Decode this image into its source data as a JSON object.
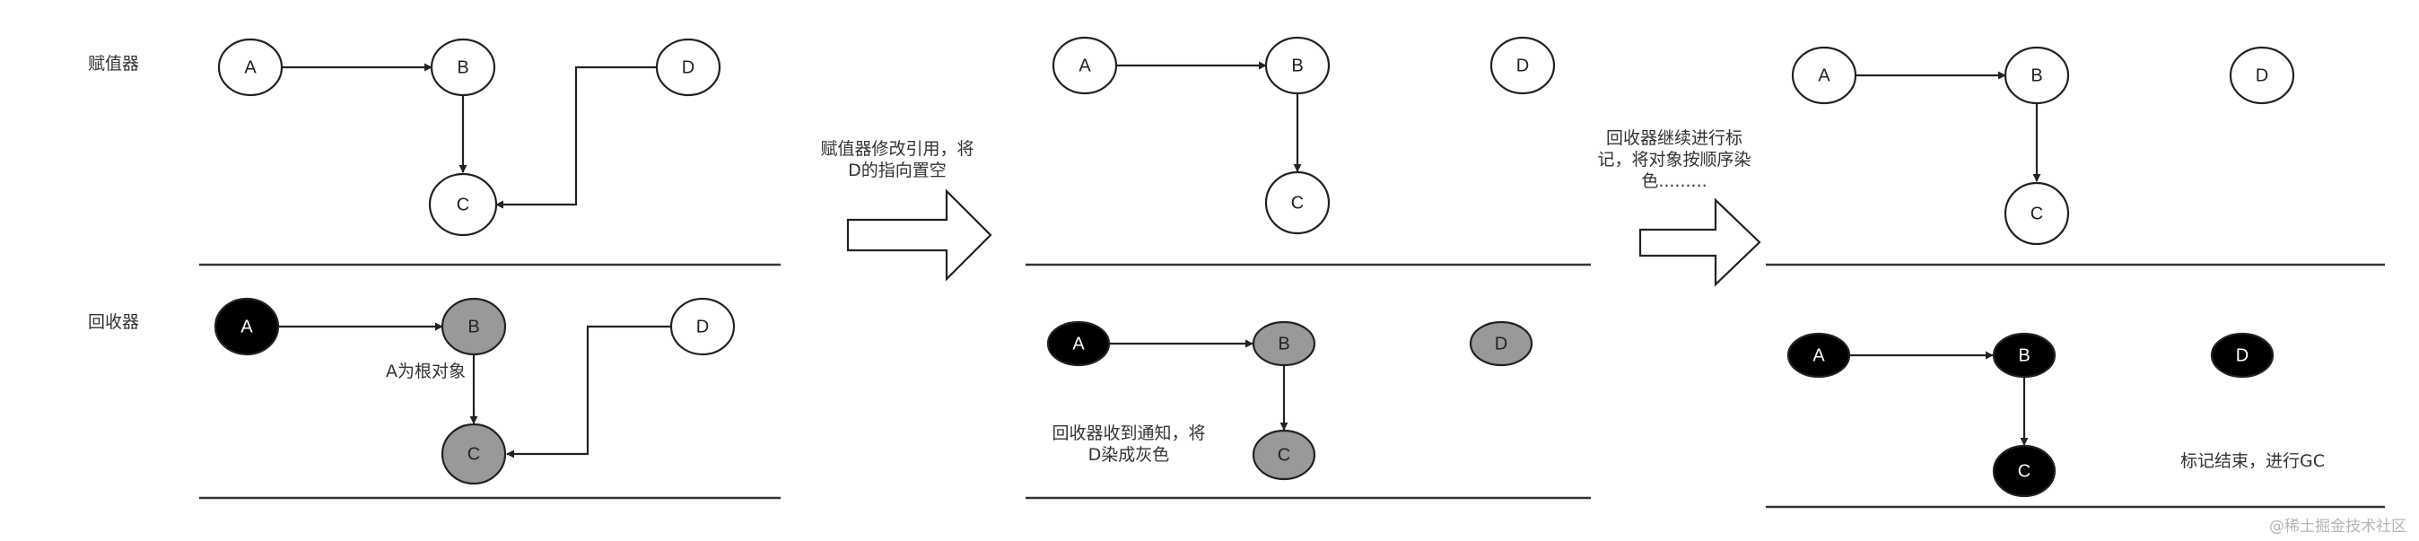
{
  "labels": {
    "mutator": "赋值器",
    "collector": "回收器",
    "a_root": "A为根对象",
    "step1_line1": "赋值器修改引用，将",
    "step1_line2": "D的指向置空",
    "step2_line1": "回收器继续进行标",
    "step2_line2": "记，将对象按顺序染",
    "step2_line3": "色.........",
    "notify_line1": "回收器收到通知，将",
    "notify_line2": "D染成灰色",
    "finish": "标记结束，进行GC",
    "watermark": "@稀土掘金技术社区"
  },
  "node_labels": {
    "a": "A",
    "b": "B",
    "c": "C",
    "d": "D"
  },
  "colors": {
    "white": "#ffffff",
    "gray": "#999999",
    "black": "#000000",
    "stroke": "#222222",
    "line": "#333333"
  },
  "states": {
    "panel1_mutator": {
      "a": "white",
      "b": "white",
      "c": "white",
      "d": "white"
    },
    "panel1_collector": {
      "a": "black",
      "b": "gray",
      "c": "gray",
      "d": "white"
    },
    "panel2_mutator": {
      "a": "white",
      "b": "white",
      "c": "white",
      "d": "white"
    },
    "panel2_collector": {
      "a": "black",
      "b": "gray",
      "c": "gray",
      "d": "gray"
    },
    "panel3_mutator": {
      "a": "white",
      "b": "white",
      "c": "white",
      "d": "white"
    },
    "panel3_collector": {
      "a": "black",
      "b": "black",
      "c": "black",
      "d": "black"
    }
  }
}
